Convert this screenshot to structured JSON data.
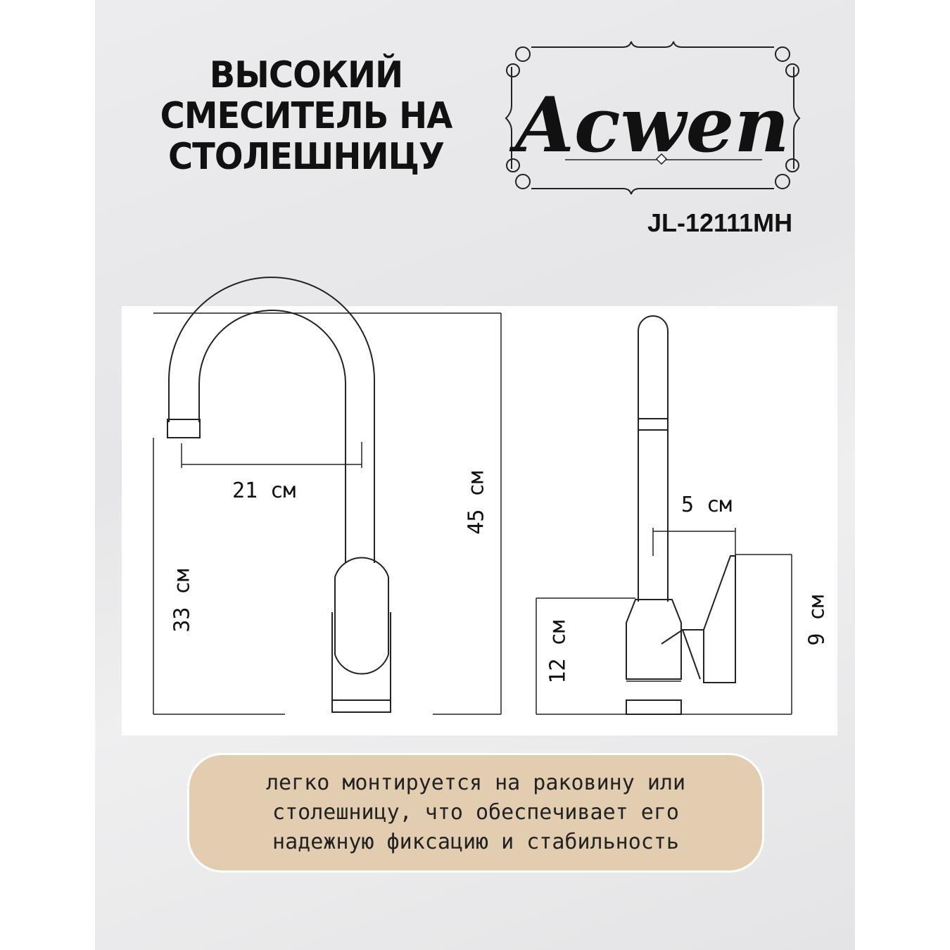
{
  "title": {
    "lines": [
      "Высокий",
      "смеситель на",
      "столешницу"
    ]
  },
  "brand": {
    "logo_text": "Acwen",
    "model": "JL-12111MH"
  },
  "dimensions": {
    "spout_reach": "21 см",
    "total_height": "45 см",
    "spout_height": "33 см",
    "handle_offset": "5 см",
    "body_height": "12 см",
    "handle_height": "9 см"
  },
  "note": {
    "lines": [
      "легко монтируется на раковину или",
      "столешницу, что обеспечивает его",
      "надежную фиксацию и стабильность"
    ]
  },
  "colors": {
    "note_bg": "#e3cdb0",
    "text": "#111111"
  }
}
